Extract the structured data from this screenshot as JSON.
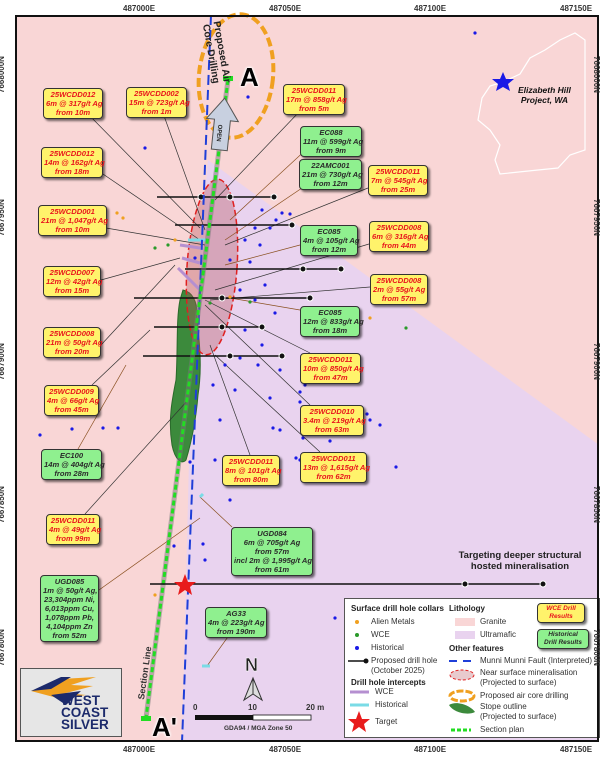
{
  "map": {
    "project_label": [
      "Elizabeth Hill",
      "Project, WA"
    ],
    "proposed_drilling_label": [
      "Proposed Air",
      "Core Drilling"
    ],
    "open_label": "OPEN",
    "section_start": "A",
    "section_end": "A'",
    "section_line_label": "Section Line",
    "target_text": [
      "Targeting deeper structural",
      "hosted mineralisation"
    ],
    "north_label": "N",
    "scale": {
      "labels": [
        "0",
        "10",
        "20 m"
      ],
      "projection": "GDA94 / MGA Zone 50"
    },
    "eastings": [
      "487000E",
      "487050E",
      "487100E",
      "487150E"
    ],
    "northings": [
      "7668000N",
      "7667950N",
      "7667900N",
      "7667850N",
      "7667800N"
    ],
    "colors": {
      "granite": "#f9d6d6",
      "ultramafic": "#e9d3ef",
      "wce_box": "#fff36b",
      "historical_box": "#8ff08f",
      "fault": "#1f3fd8",
      "section": "#22dd22",
      "air_core": "#f0a020",
      "mineralisation": "#e02020",
      "stope": "#3c8a3c",
      "target": "#e81c1c"
    }
  },
  "callouts": [
    {
      "type": "wce",
      "lines": [
        "25WCDD012",
        "6m @ 317g/t Ag",
        "from 10m"
      ]
    },
    {
      "type": "wce",
      "lines": [
        "25WCDD002",
        "15m @ 723g/t Ag",
        "from 1m"
      ]
    },
    {
      "type": "wce",
      "lines": [
        "25WCDD011",
        "17m @ 858g/t Ag",
        "from 5m"
      ]
    },
    {
      "type": "wce",
      "lines": [
        "25WCDD012",
        "14m @ 162g/t Ag",
        "from 18m"
      ]
    },
    {
      "type": "hist",
      "lines": [
        "EC088",
        "11m @ 599g/t Ag",
        "from 9m"
      ]
    },
    {
      "type": "hist",
      "lines": [
        "22AMC001",
        "21m @ 730g/t Ag",
        "from 12m"
      ]
    },
    {
      "type": "wce",
      "lines": [
        "25WCDD011",
        "7m @ 545g/t Ag",
        "from 25m"
      ]
    },
    {
      "type": "wce",
      "lines": [
        "25WCDD001",
        "21m @ 1,047g/t Ag",
        "from 10m"
      ]
    },
    {
      "type": "hist",
      "lines": [
        "EC085",
        "4m @ 105g/t Ag",
        "from 12m"
      ]
    },
    {
      "type": "wce",
      "lines": [
        "25WCDD008",
        "6m @ 316g/t Ag",
        "from 44m"
      ]
    },
    {
      "type": "wce",
      "lines": [
        "25WCDD007",
        "12m @ 42g/t Ag",
        "from 15m"
      ]
    },
    {
      "type": "wce",
      "lines": [
        "25WCDD008",
        "2m @ 55g/t Ag",
        "from 57m"
      ]
    },
    {
      "type": "hist",
      "lines": [
        "EC085",
        "12m @ 833g/t Ag",
        "from 18m"
      ]
    },
    {
      "type": "wce",
      "lines": [
        "25WCDD008",
        "21m @ 50g/t Ag",
        "from 20m"
      ]
    },
    {
      "type": "wce",
      "lines": [
        "25WCDD011",
        "10m @ 850g/t Ag",
        "from 47m"
      ]
    },
    {
      "type": "wce",
      "lines": [
        "25WCDD009",
        "4m @ 66g/t Ag",
        "from 45m"
      ]
    },
    {
      "type": "wce",
      "lines": [
        "25WCDD010",
        "3.4m @ 219g/t Ag",
        "from 63m"
      ]
    },
    {
      "type": "hist",
      "lines": [
        "EC100",
        "14m @ 404g/t Ag",
        "from 28m"
      ]
    },
    {
      "type": "wce",
      "lines": [
        "25WCDD011",
        "8m @ 101g/t Ag",
        "from 80m"
      ]
    },
    {
      "type": "wce",
      "lines": [
        "25WCDD011",
        "13m @ 1,615g/t Ag",
        "from 62m"
      ]
    },
    {
      "type": "wce",
      "lines": [
        "25WCDD011",
        "4m @ 49g/t Ag",
        "from 99m"
      ]
    },
    {
      "type": "hist",
      "lines": [
        "UGD084",
        "6m @ 705g/t Ag",
        "from 57m",
        "incl 2m @ 1,995g/t Ag",
        "from 61m"
      ]
    },
    {
      "type": "hist",
      "lines": [
        "UGD085",
        "1m @ 50g/t Ag,",
        "23,304ppm Ni,",
        "6,013ppm Cu,",
        "1,078ppm Pb,",
        "4,104ppm Zn",
        "from 52m"
      ]
    },
    {
      "type": "hist",
      "lines": [
        "AG33",
        "4m @ 223g/t Ag",
        "from 190m"
      ]
    }
  ],
  "legend": {
    "collars_title": "Surface drill hole collars",
    "collars": [
      "Alien Metals",
      "WCE",
      "Historical"
    ],
    "proposed": [
      "Proposed drill hole",
      "(October 2025)"
    ],
    "intercepts_title": "Drill hole intercepts",
    "intercepts": [
      "WCE",
      "Historical"
    ],
    "target": "Target",
    "lithology_title": "Lithology",
    "lithology": [
      "Granite",
      "Ultramafic"
    ],
    "wce_results": [
      "WCE Drill",
      "Results"
    ],
    "historical_results": [
      "Historical",
      "Drill Results"
    ],
    "other_title": "Other features",
    "fault": "Munni Munni Fault (Interpreted)",
    "mineralisation": [
      "Near surface mineralisation",
      "(Projected to surface)"
    ],
    "air_core": "Proposed air core drilling",
    "stope": [
      "Stope outline",
      "(Projected to surface)"
    ],
    "section": "Section plan"
  },
  "logo": [
    "WEST",
    "COAST",
    "SILVER"
  ]
}
